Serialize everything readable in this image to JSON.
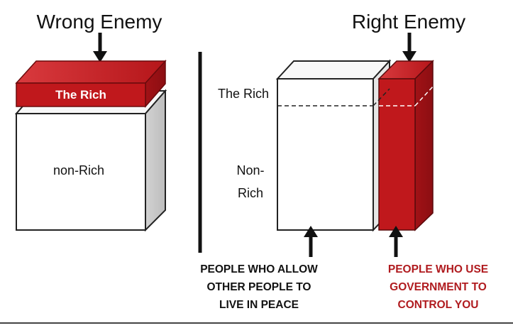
{
  "left_panel": {
    "title": "Wrong Enemy",
    "top_block_label": "The Rich",
    "bottom_block_label": "non-Rich"
  },
  "right_panel": {
    "title": "Right Enemy",
    "side_label_top": "The Rich",
    "side_label_bottom_line1": "Non-",
    "side_label_bottom_line2": "Rich",
    "caption_left": [
      "PEOPLE WHO ALLOW",
      "OTHER PEOPLE TO",
      "LIVE IN PEACE"
    ],
    "caption_right": [
      "PEOPLE WHO USE",
      "GOVERNMENT TO",
      "CONTROL YOU"
    ]
  },
  "colors": {
    "enemy_red": "#c0181c",
    "caption_red": "#b01b1f",
    "outline": "#222222"
  }
}
